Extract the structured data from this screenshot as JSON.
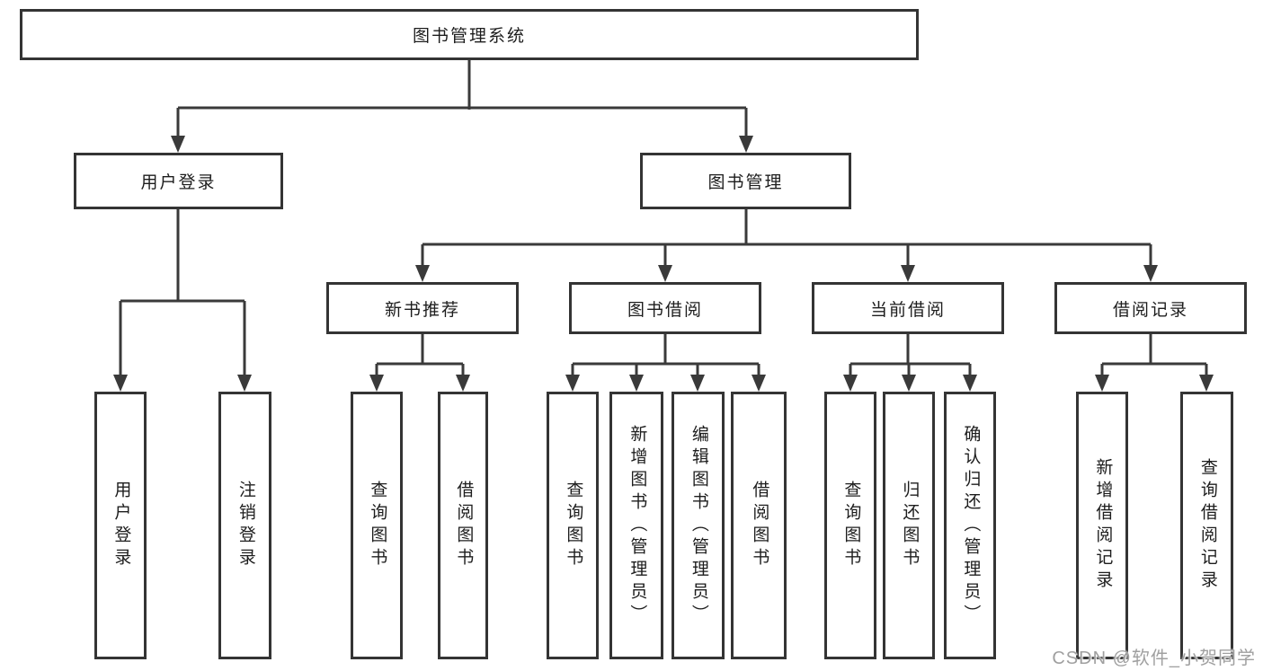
{
  "watermark": "CSDN @软件_小贺同学",
  "colors": {
    "line": "#3a3a3a",
    "border": "#343434",
    "text": "#1d1d1d",
    "watermark": "#a0a0a0",
    "background": "#ffffff"
  },
  "tree": {
    "label": "图书管理系统",
    "children": [
      {
        "label": "用户登录",
        "children": [
          {
            "label": "用户登录"
          },
          {
            "label": "注销登录"
          }
        ]
      },
      {
        "label": "图书管理",
        "children": [
          {
            "label": "新书推荐",
            "children": [
              {
                "label": "查询图书"
              },
              {
                "label": "借阅图书"
              }
            ]
          },
          {
            "label": "图书借阅",
            "children": [
              {
                "label": "查询图书"
              },
              {
                "label": "新增图书（管理员）"
              },
              {
                "label": "编辑图书（管理员）"
              },
              {
                "label": "借阅图书"
              }
            ]
          },
          {
            "label": "当前借阅",
            "children": [
              {
                "label": "查询图书"
              },
              {
                "label": "归还图书"
              },
              {
                "label": "确认归还（管理员）"
              }
            ]
          },
          {
            "label": "借阅记录",
            "children": [
              {
                "label": "新增借阅记录"
              },
              {
                "label": "查询借阅记录"
              }
            ]
          }
        ]
      }
    ]
  }
}
